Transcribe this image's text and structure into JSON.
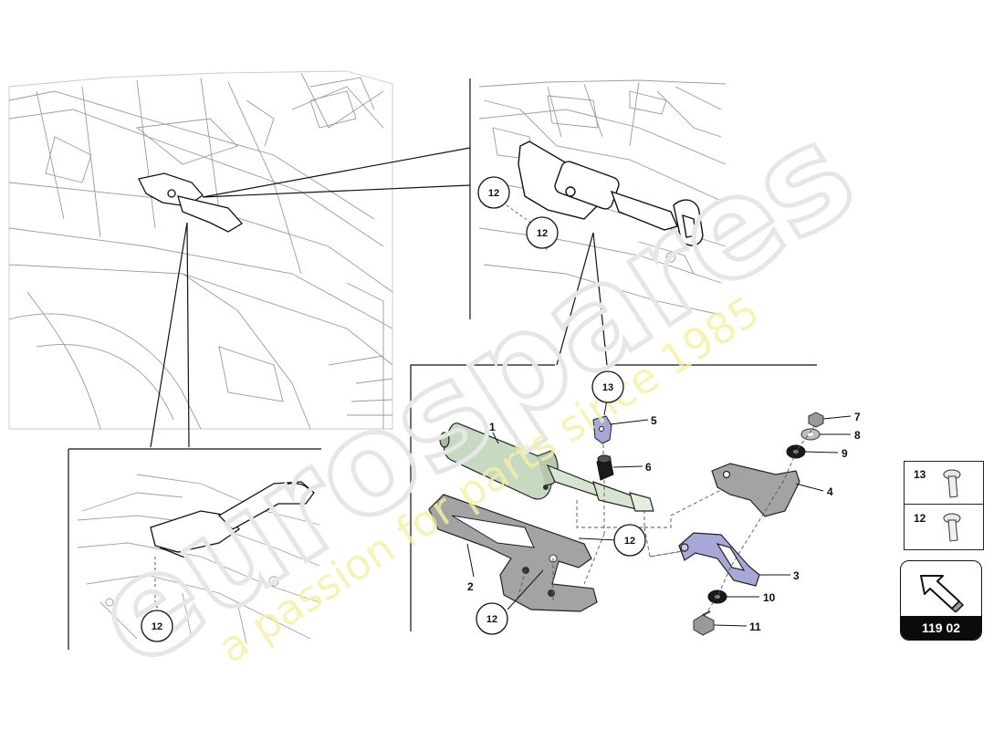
{
  "watermark": {
    "brand": "eurospares",
    "tagline": "a passion for parts since 1985"
  },
  "callouts": {
    "c1": "1",
    "c2": "2",
    "c3": "3",
    "c4": "4",
    "c5": "5",
    "c6": "6",
    "c7": "7",
    "c8": "8",
    "c9": "9",
    "c10": "10",
    "c11": "11"
  },
  "circled": {
    "a": "12",
    "b": "12",
    "c": "12",
    "d": "12",
    "e": "12",
    "f": "13"
  },
  "legend": {
    "top_label": "13",
    "bottom_label": "12"
  },
  "page_badge": {
    "number": "119 02",
    "icon": "arrow-icon"
  },
  "colors": {
    "actuator": "#c7d9c0",
    "bracket": "#a3a3a3",
    "lever": "#a8a8d8",
    "black_part": "#1a1a1a"
  }
}
